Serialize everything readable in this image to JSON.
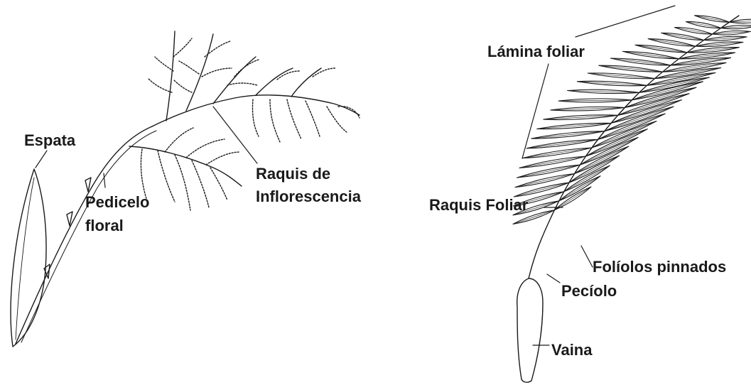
{
  "inflorescence": {
    "labels": {
      "espata": "Espata",
      "pedicelo_1": "Pedicelo",
      "pedicelo_2": "floral",
      "raquis_1": "Raquis de",
      "raquis_2": "Inflorescencia"
    }
  },
  "leaf": {
    "labels": {
      "lamina": "Lámina foliar",
      "raquis": "Raquis Foliar",
      "foliolos": "Folíolos pinnados",
      "peciolo": "Pecíolo",
      "vaina": "Vaina"
    }
  },
  "colors": {
    "ink": "#1a1a1a",
    "paper": "#ffffff"
  }
}
